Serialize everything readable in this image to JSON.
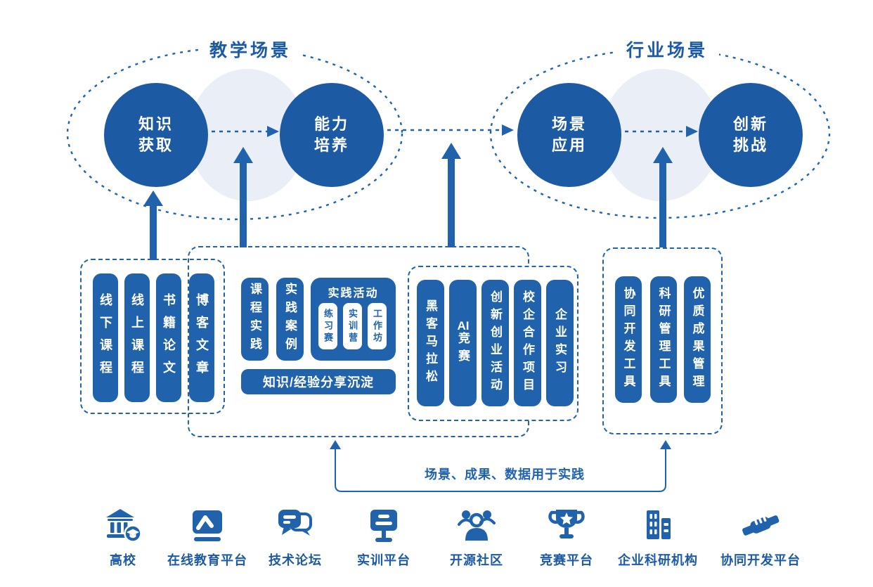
{
  "colors": {
    "blue": "#2063ac",
    "circle_blue": "#1c5aa3",
    "light_circle": "#e9eef7"
  },
  "scenes": {
    "teaching": {
      "label": "教学场景"
    },
    "industry": {
      "label": "行业场景"
    }
  },
  "circles": [
    {
      "line1": "知识",
      "line2": "获取"
    },
    {
      "line1": "能力",
      "line2": "培养"
    },
    {
      "line1": "场景",
      "line2": "应用"
    },
    {
      "line1": "创新",
      "line2": "挑战"
    }
  ],
  "groups": {
    "resources": {
      "pills": [
        "线下课程",
        "线上课程",
        "书籍论文",
        "博客文章"
      ]
    },
    "practice": {
      "pills": [
        "课程实践",
        "实践案例"
      ],
      "activity": {
        "title": "实践活动",
        "pills": [
          "练习赛",
          "实训营",
          "工作坊"
        ]
      },
      "bar": "知识/经验分享沉淀"
    },
    "industry_practice": {
      "pills": [
        "黑客马拉松",
        "AI竞赛",
        "创新创业活动",
        "校企合作项目",
        "企业实习"
      ]
    },
    "tools": {
      "pills": [
        "协同开发工具",
        "科研管理工具",
        "优质成果管理"
      ]
    }
  },
  "bracket": {
    "label": "场景、成果、数据用于实践"
  },
  "platforms": [
    {
      "icon": "university-icon",
      "label": "高校"
    },
    {
      "icon": "online-education-icon",
      "label": "在线教育平台"
    },
    {
      "icon": "tech-forum-icon",
      "label": "技术论坛"
    },
    {
      "icon": "training-platform-icon",
      "label": "实训平台"
    },
    {
      "icon": "open-source-community-icon",
      "label": "开源社区"
    },
    {
      "icon": "competition-platform-icon",
      "label": "竞赛平台"
    },
    {
      "icon": "enterprise-research-icon",
      "label": "企业科研机构"
    },
    {
      "icon": "collaborative-dev-icon",
      "label": "协同开发平台"
    }
  ]
}
